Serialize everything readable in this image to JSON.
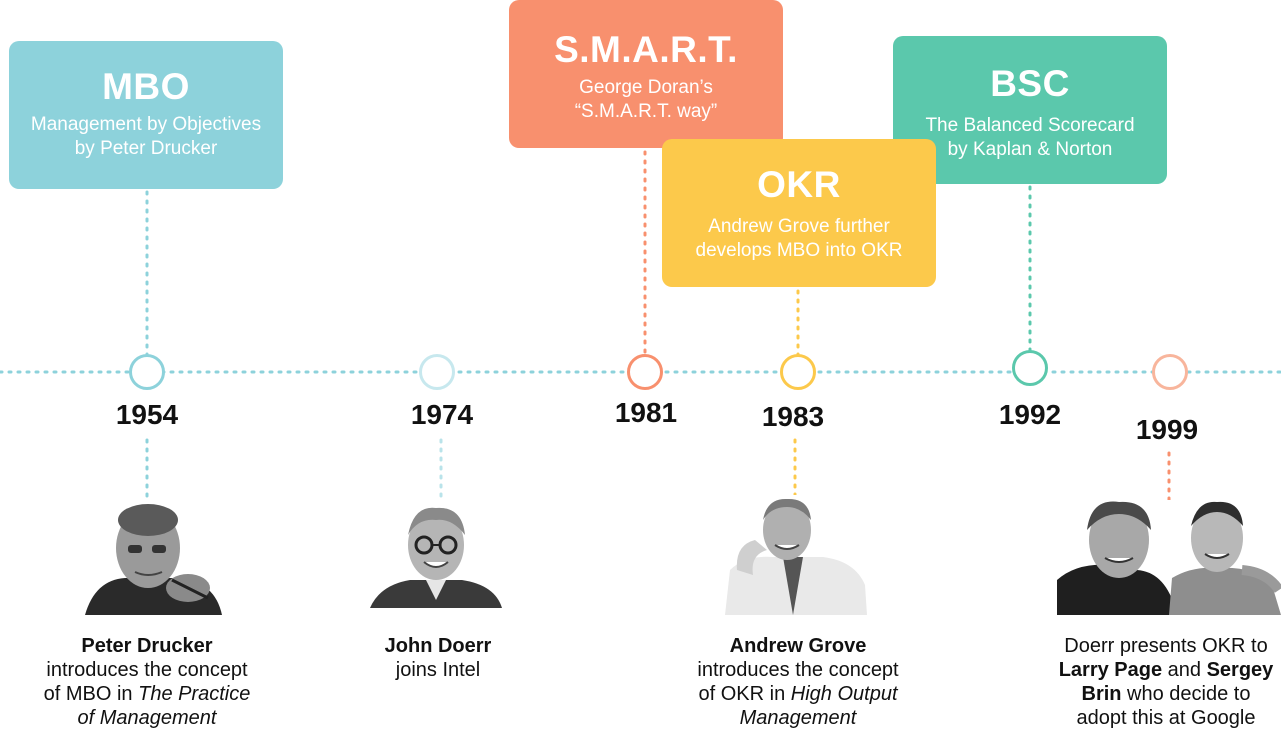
{
  "events": [
    {
      "id": "mbo",
      "title": "MBO",
      "sub1": "Management by Objectives",
      "sub2": "by Peter Drucker",
      "year": "1954",
      "caption_name": "Peter Drucker",
      "caption_l1": "introduces the concept",
      "caption_l2": "of MBO in ",
      "caption_l2_i": "The Practice",
      "caption_l3_i": "of Management",
      "color": "#8dd2db"
    },
    {
      "id": "doerr",
      "year": "1974",
      "caption_name": "John Doerr",
      "caption_l1": "joins Intel",
      "color": "#b9e3ea"
    },
    {
      "id": "smart",
      "title": "S.M.A.R.T.",
      "sub1": "George Doran’s",
      "sub2": "“S.M.A.R.T. way”",
      "year": "1981",
      "color": "#f8906e"
    },
    {
      "id": "okr",
      "title": "OKR",
      "sub1": "Andrew Grove further",
      "sub2": "develops MBO into OKR",
      "year": "1983",
      "caption_name": "Andrew Grove",
      "caption_l1": "introduces the concept",
      "caption_l2": "of OKR in ",
      "caption_l2_i": "High Output",
      "caption_l3_i": "Management",
      "color": "#fcc94b"
    },
    {
      "id": "bsc",
      "title": "BSC",
      "sub1": "The Balanced Scorecard",
      "sub2": "by Kaplan & Norton",
      "year": "1992",
      "color": "#5bc8ac"
    },
    {
      "id": "google",
      "year": "1999",
      "caption_l1": "Doerr presents OKR to",
      "caption_b1": "Larry Page",
      "caption_and": " and ",
      "caption_b2": "Sergey",
      "caption_b3": "Brin",
      "caption_l3": " who decide to",
      "caption_l4": "adopt this at Google",
      "color": "#f8b59c"
    }
  ],
  "icons": {
    "photo": "person-photo-icon",
    "node": "timeline-node-icon"
  }
}
